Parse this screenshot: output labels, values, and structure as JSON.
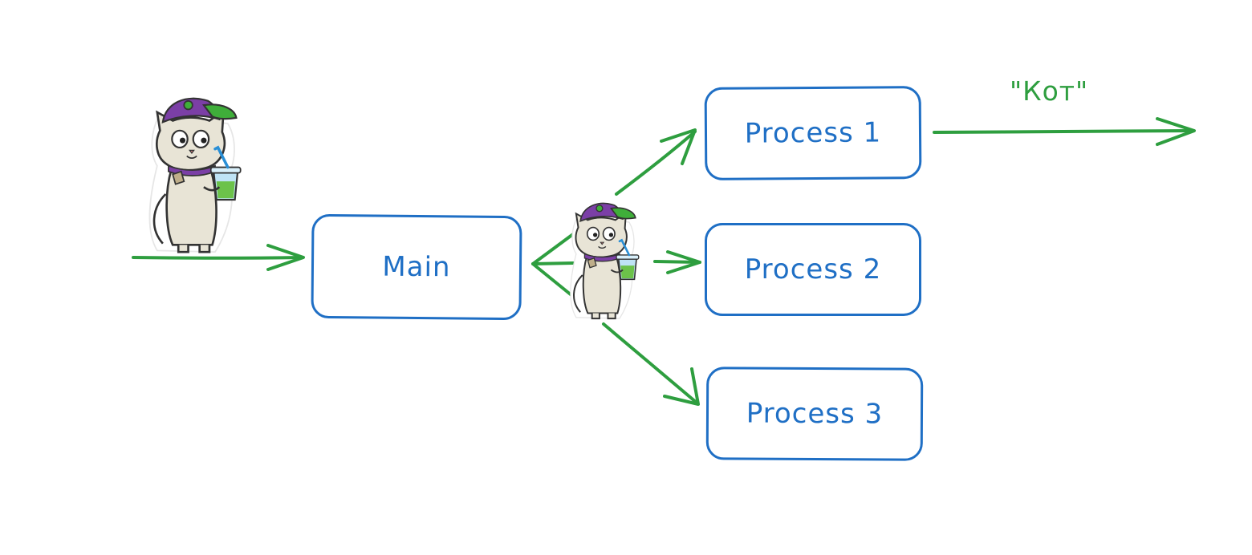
{
  "nodes": {
    "main": "Main",
    "process_1": "Process 1",
    "process_2": "Process 2",
    "process_3": "Process 3"
  },
  "edge_label": "\"Кот\"",
  "colors": {
    "box_stroke": "#1f6fc5",
    "arrow": "#2e9e3f",
    "cap_purple": "#7b3fa6",
    "cap_green": "#3fae3a",
    "drink": "#6cc24a"
  },
  "icons": [
    "cat-mascot-icon",
    "cat-mascot-icon"
  ]
}
